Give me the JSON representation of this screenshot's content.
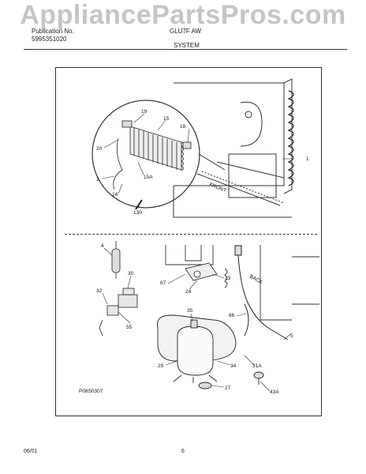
{
  "watermark": "AppliancePartsPros.com",
  "header": {
    "left_line1": "Publication No.",
    "left_line2": "5995351020",
    "model": "GLU7F AW",
    "section": "SYSTEM"
  },
  "diagram": {
    "upper_labels": {
      "l19": "19",
      "l15": "15",
      "l18": "18",
      "l20": "20",
      "l1": "1",
      "l2": "2",
      "l15A": "15A",
      "l14": "14",
      "l130": "130",
      "front": "FRONT"
    },
    "lower_labels": {
      "l4": "4",
      "l30": "30",
      "l67": "67",
      "l23": "23",
      "back": "BACK",
      "l24": "24",
      "l32": "32",
      "l35": "35",
      "l86": "86",
      "l55": "55",
      "l5": "5",
      "l29": "29",
      "l34": "34",
      "l31A": "31A",
      "l27": "27",
      "l43A": "43A"
    },
    "figure_code": "P08S0307"
  },
  "footer": {
    "date": "06/01",
    "page": "6"
  }
}
